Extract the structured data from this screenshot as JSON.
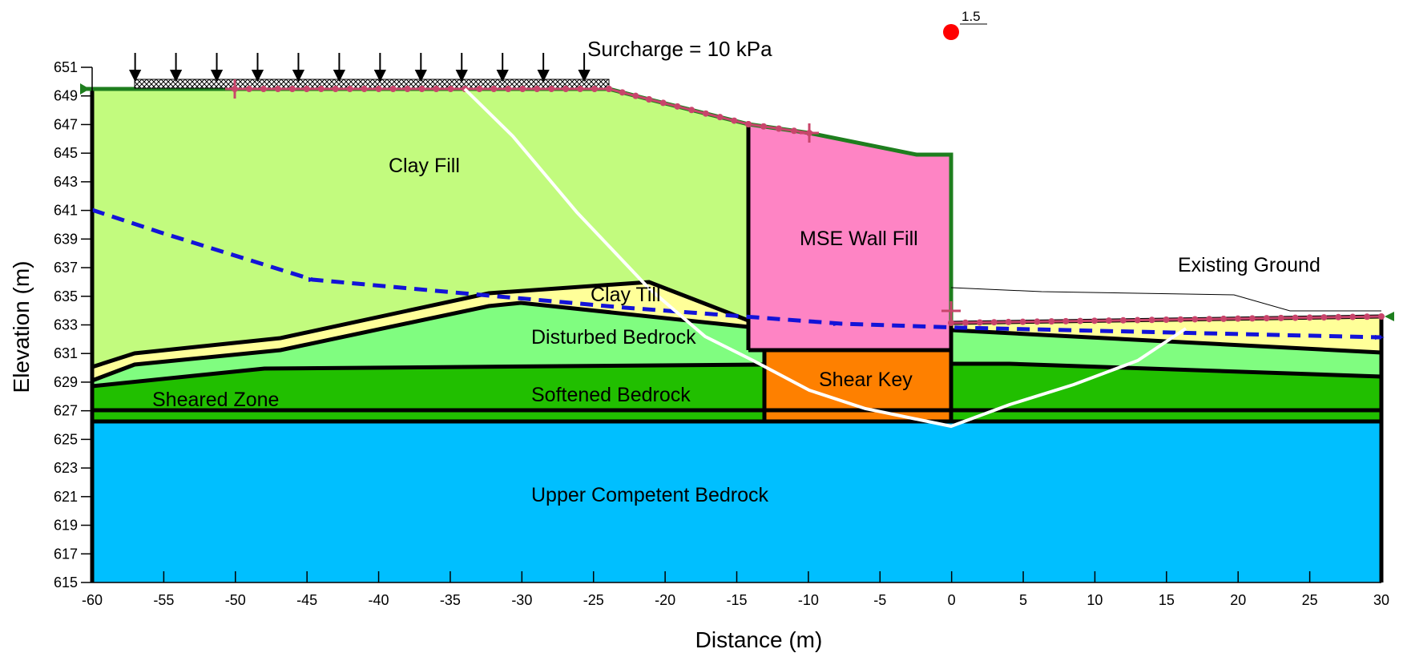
{
  "axes": {
    "x_title": "Distance (m)",
    "y_title": "Elevation (m)",
    "x_range": [
      -60,
      30
    ],
    "y_range": [
      615,
      651
    ],
    "x_ticks": [
      "-60",
      "-55",
      "-50",
      "-45",
      "-40",
      "-35",
      "-30",
      "-25",
      "-20",
      "-15",
      "-10",
      "-5",
      "0",
      "5",
      "10",
      "15",
      "20",
      "25",
      "30"
    ],
    "y_ticks": [
      "615",
      "617",
      "619",
      "621",
      "623",
      "625",
      "627",
      "629",
      "631",
      "633",
      "635",
      "637",
      "639",
      "641",
      "643",
      "645",
      "647",
      "649",
      "651"
    ]
  },
  "annotations": {
    "surcharge": "Surcharge = 10 kPa",
    "slip_center_label": "1.5"
  },
  "regions": [
    {
      "key": "clay_fill",
      "label": "Clay Fill",
      "color": "#c2fb7e"
    },
    {
      "key": "mse_wall_fill",
      "label": "MSE Wall Fill",
      "color": "#fe84c4"
    },
    {
      "key": "existing_ground",
      "label": "Existing Ground",
      "color": "#ffff99"
    },
    {
      "key": "clay_till",
      "label": "Clay Till",
      "color": "#ffff99"
    },
    {
      "key": "disturbed_bedrock",
      "label": "Disturbed Bedrock",
      "color": "#80fd80"
    },
    {
      "key": "sheared_zone",
      "label": "Sheared Zone",
      "color": "#21bf00"
    },
    {
      "key": "softened_bedrock",
      "label": "Softened Bedrock",
      "color": "#21bf00"
    },
    {
      "key": "shear_key",
      "label": "Shear Key",
      "color": "#fe8000"
    },
    {
      "key": "upper_competent_bedrock",
      "label": "Upper Competent Bedrock",
      "color": "#00bfff"
    }
  ],
  "colors": {
    "piezometric_line": "#1313d8",
    "slip_surface": "#ffffff",
    "reinforcement": "#c8456b",
    "ground_surface": "#1e7e1e",
    "slip_center": "#ff0000"
  }
}
